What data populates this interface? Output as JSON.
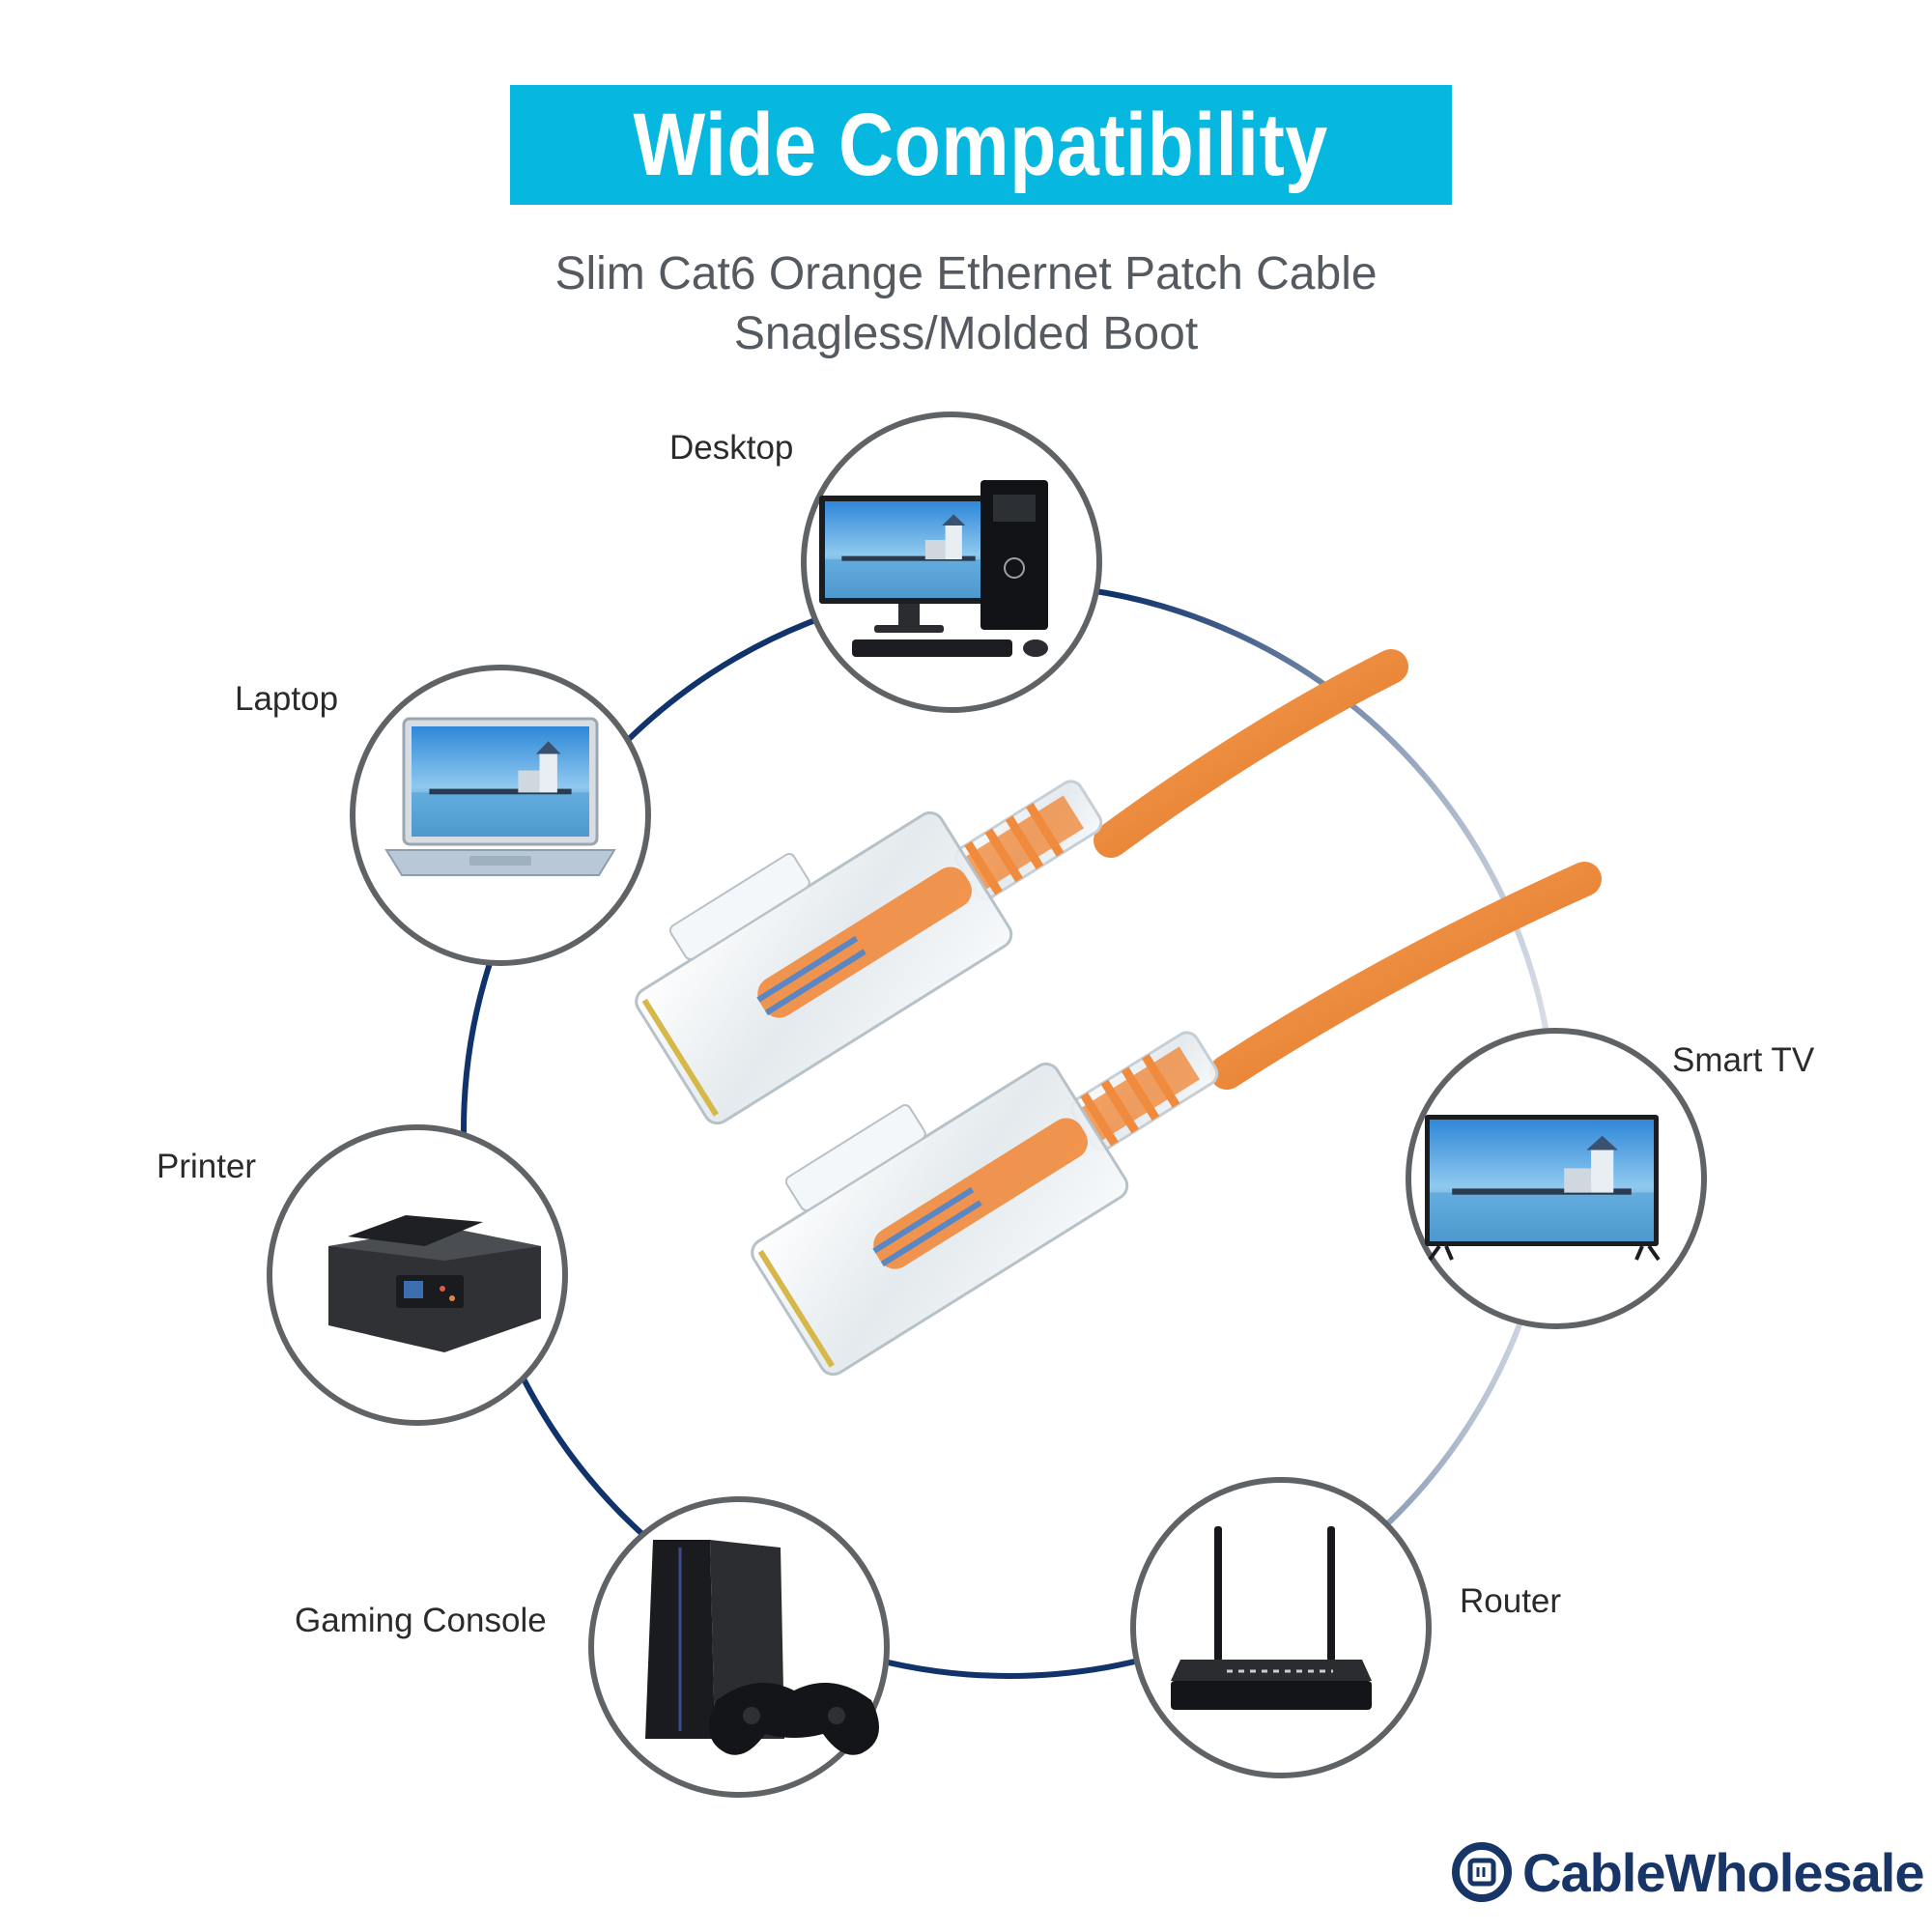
{
  "banner": {
    "title": "Wide Compatibility"
  },
  "subtitle": {
    "line1": "Slim Cat6 Orange Ethernet Patch Cable",
    "line2": "Snagless/Molded Boot"
  },
  "devices": {
    "desktop": {
      "label": "Desktop",
      "icon": "desktop-computer-icon"
    },
    "laptop": {
      "label": "Laptop",
      "icon": "laptop-icon"
    },
    "printer": {
      "label": "Printer",
      "icon": "printer-icon"
    },
    "gaming_console": {
      "label": "Gaming Console",
      "icon": "game-console-icon"
    },
    "router": {
      "label": "Router",
      "icon": "router-icon"
    },
    "smart_tv": {
      "label": "Smart TV",
      "icon": "smart-tv-icon"
    }
  },
  "product": {
    "image": "orange-ethernet-cable-rj45-connectors"
  },
  "brand": {
    "name": "CableWholesale"
  },
  "colors": {
    "banner": "#06b8e0",
    "ring": "#10336b",
    "cable": "#f0832a",
    "brand": "#183567",
    "subtitle": "#555a60"
  }
}
